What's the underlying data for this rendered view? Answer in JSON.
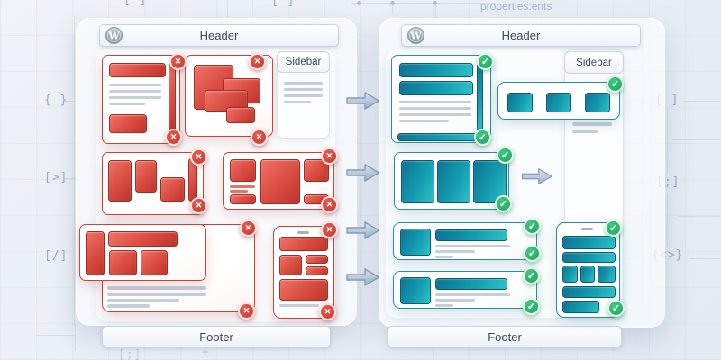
{
  "annotation": "properties:ents",
  "symbols": {
    "top": [
      "[ ]",
      "[ ]"
    ],
    "left": [
      "{ }",
      "[>]",
      "[/]"
    ],
    "right": [
      "[ ]",
      "[;]",
      "{<>}"
    ],
    "bottom": [
      "[;]",
      "+"
    ]
  },
  "before_panel": {
    "header_label": "Header",
    "sidebar_label": "Sidebar",
    "footer_label": "Footer",
    "logo_icon": "wordpress-logo",
    "status_icon": "error-x-badge",
    "status_color": "#d0443c"
  },
  "after_panel": {
    "header_label": "Header",
    "sidebar_label": "Sidebar",
    "footer_label": "Footer",
    "logo_icon": "wordpress-logo",
    "status_icon": "success-check-badge",
    "status_color": "#2db36c"
  },
  "colors": {
    "wireframe_red": "#d94b40",
    "wireframe_teal": "#149bb0",
    "error_badge": "#d0443c",
    "success_badge": "#2db36c",
    "arrow_fill": "#b7c7da"
  }
}
